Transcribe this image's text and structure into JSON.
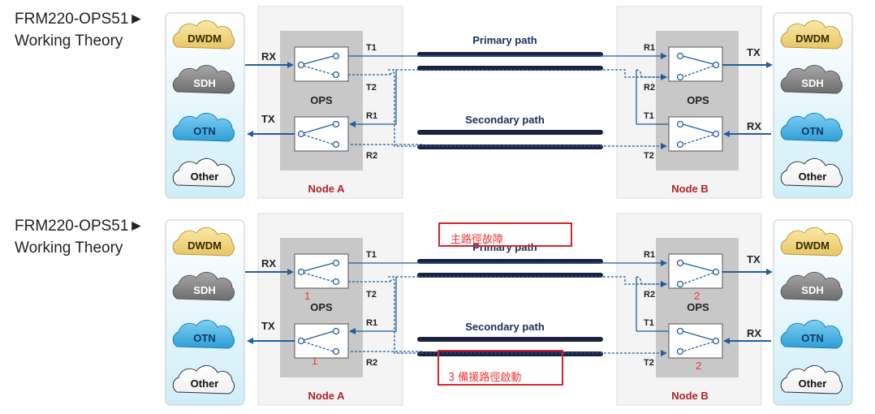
{
  "diagrams": [
    {
      "title_line1": "FRM220-OPS51►",
      "title_line2": "Working Theory",
      "clouds": [
        "DWDM",
        "SDH",
        "OTN",
        "Other"
      ],
      "node_a": "Node A",
      "node_b": "Node B",
      "ops_label": "OPS",
      "rx": "RX",
      "tx": "TX",
      "t1": "T1",
      "t2": "T2",
      "r1": "R1",
      "r2": "R2",
      "primary_path": "Primary path",
      "secondary_path": "Secondary path"
    },
    {
      "title_line1": "FRM220-OPS51►",
      "title_line2": "Working Theory",
      "clouds": [
        "DWDM",
        "SDH",
        "OTN",
        "Other"
      ],
      "node_a": "Node A",
      "node_b": "Node B",
      "ops_label": "OPS",
      "rx": "RX",
      "tx": "TX",
      "t1": "T1",
      "t2": "T2",
      "r1": "R1",
      "r2": "R2",
      "primary_path": "Primary path",
      "secondary_path": "Secondary path",
      "annotation_fault": "主路徑故障",
      "annotation_backup": "3 備援路徑啟動",
      "markers": [
        "1",
        "1",
        "2",
        "2"
      ]
    }
  ],
  "colors": {
    "arrow_blue": "#1f5fa0",
    "fiber_dark": "#1c2340",
    "node_gray": "#c8c8c8",
    "node_text": "#b0242a",
    "annotation_red": "#d9232b",
    "dwdm": "#f0d98a",
    "sdh": "#8c8c8c",
    "otn": "#4fb3e6",
    "other": "#ffffff"
  }
}
